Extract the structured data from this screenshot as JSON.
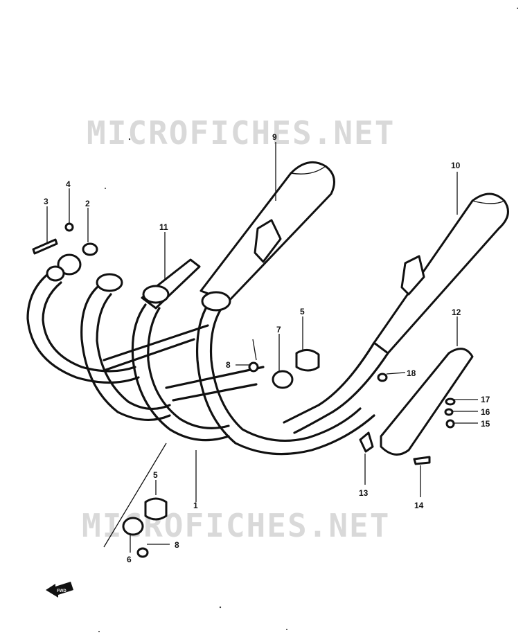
{
  "watermark": {
    "text_top": "MICROFICHES.NET",
    "text_bottom": "MICROFICHES.NET"
  },
  "callouts": [
    {
      "id": "c1",
      "label": "1"
    },
    {
      "id": "c2",
      "label": "2"
    },
    {
      "id": "c3",
      "label": "3"
    },
    {
      "id": "c4",
      "label": "4"
    },
    {
      "id": "c5a",
      "label": "5"
    },
    {
      "id": "c5b",
      "label": "5"
    },
    {
      "id": "c6",
      "label": "6"
    },
    {
      "id": "c7",
      "label": "7"
    },
    {
      "id": "c8a",
      "label": "8"
    },
    {
      "id": "c8b",
      "label": "8"
    },
    {
      "id": "c9",
      "label": "9"
    },
    {
      "id": "c10",
      "label": "10"
    },
    {
      "id": "c11",
      "label": "11"
    },
    {
      "id": "c12",
      "label": "12"
    },
    {
      "id": "c13",
      "label": "13"
    },
    {
      "id": "c14",
      "label": "14"
    },
    {
      "id": "c15",
      "label": "15"
    },
    {
      "id": "c16",
      "label": "16"
    },
    {
      "id": "c17",
      "label": "17"
    },
    {
      "id": "c18",
      "label": "18"
    }
  ],
  "fwd_marker": "FWD"
}
